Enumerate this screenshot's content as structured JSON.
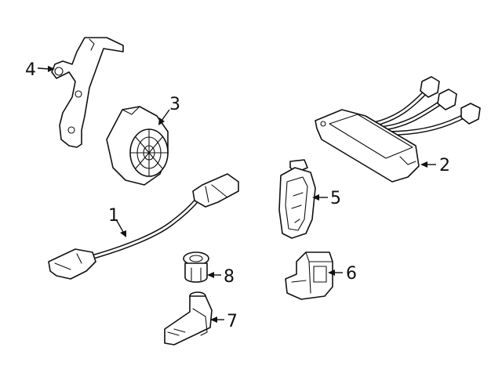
{
  "callouts": [
    {
      "id": "1",
      "label": "1"
    },
    {
      "id": "2",
      "label": "2"
    },
    {
      "id": "3",
      "label": "3"
    },
    {
      "id": "4",
      "label": "4"
    },
    {
      "id": "5",
      "label": "5"
    },
    {
      "id": "6",
      "label": "6"
    },
    {
      "id": "7",
      "label": "7"
    },
    {
      "id": "8",
      "label": "8"
    }
  ],
  "line_color": "#111111",
  "background_color": "#ffffff"
}
